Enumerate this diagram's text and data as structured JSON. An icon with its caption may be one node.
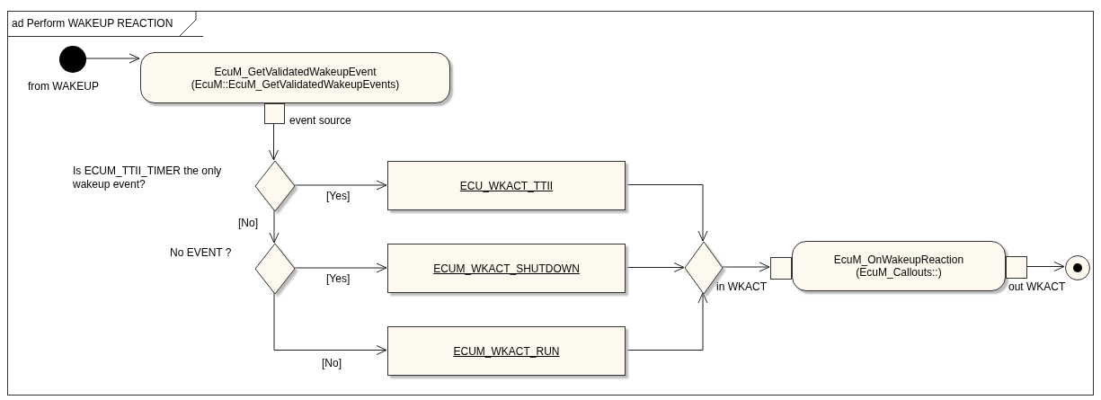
{
  "diagram": {
    "nodes": [
      {
        "text": [
          "ad Perform WAKEUP REACTION"
        ]
      },
      {
        "text": [],
        "shape": "circle",
        "beside": [
          "from WAKEUP"
        ],
        "in": 0
      },
      {
        "text": [
          "EcuM_GetValidatedWakeupEvent",
          "(EcuM::EcuM_GetValidatedWakeupEvents)"
        ],
        "in": 0
      },
      {
        "text": [],
        "shape": "box",
        "beside": [
          "event source"
        ],
        "in": 0
      },
      {
        "text": [],
        "shape": "diamond",
        "beside": [
          "Is ECUM_TTII_TIMER the only wakeup event?"
        ],
        "in": 0
      },
      {
        "text": [
          "ECU_WKACT_TTII"
        ],
        "in": 0
      },
      {
        "text": [],
        "shape": "diamond",
        "beside": [
          "No EVENT ?"
        ],
        "in": 0
      },
      {
        "text": [
          "ECUM_WKACT_SHUTDOWN"
        ],
        "in": 0
      },
      {
        "text": [
          "ECUM_WKACT_RUN"
        ],
        "in": 0
      },
      {
        "text": [],
        "shape": "diamond",
        "in": 0
      },
      {
        "text": [],
        "shape": "box",
        "beside": [
          "in WKACT"
        ],
        "in": 0
      },
      {
        "text": [
          "EcuM_OnWakeupReaction",
          "(EcuM_Callouts::)"
        ],
        "in": 0
      },
      {
        "text": [],
        "shape": "box",
        "beside": [
          "out WKACT"
        ],
        "in": 0
      },
      {
        "text": [],
        "shape": "circle",
        "in": 0
      }
    ],
    "edges": [
      {
        "from": 1,
        "to": 2,
        "arrow": "to"
      },
      {
        "from": 3,
        "to": 4,
        "arrow": "to"
      },
      {
        "from": 4,
        "to": 5,
        "label": "[Yes]",
        "arrow": "to"
      },
      {
        "from": 4,
        "to": 6,
        "label": "[No]",
        "arrow": "to"
      },
      {
        "from": 6,
        "to": 7,
        "label": "[Yes]",
        "arrow": "to"
      },
      {
        "from": 6,
        "to": 8,
        "label": "[No]",
        "arrow": "to"
      },
      {
        "from": 5,
        "to": 9,
        "arrow": "to"
      },
      {
        "from": 7,
        "to": 9,
        "arrow": "to"
      },
      {
        "from": 8,
        "to": 9,
        "arrow": "to"
      },
      {
        "from": 9,
        "to": 10,
        "arrow": "to"
      },
      {
        "from": 12,
        "to": 13,
        "arrow": "to"
      }
    ]
  }
}
